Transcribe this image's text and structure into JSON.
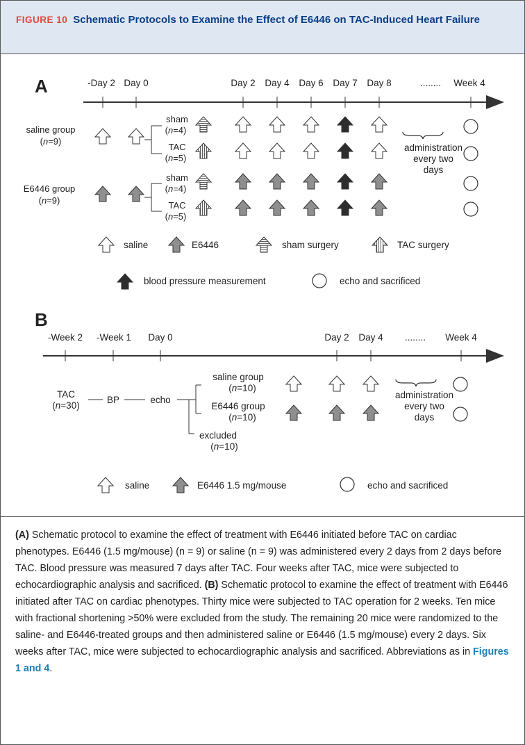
{
  "header": {
    "figure_label": "FIGURE 10",
    "title": "Schematic Protocols to Examine the Effect of E6446 on TAC-Induced Heart Failure"
  },
  "panel_a": {
    "label": "A",
    "timepoints": [
      "-Day 2",
      "Day 0",
      "Day 2",
      "Day 4",
      "Day 6",
      "Day 7",
      "Day 8",
      "........",
      "Week 4"
    ],
    "groups": [
      {
        "name": "saline group",
        "n_prefix": "(",
        "n_var": "n",
        "n_value": "=9)"
      },
      {
        "name": "E6446 group",
        "n_prefix": "(",
        "n_var": "n",
        "n_value": "=9)"
      }
    ],
    "subgroups": [
      {
        "name": "sham",
        "n_var": "n",
        "n_value": "=4)"
      },
      {
        "name": "TAC",
        "n_var": "n",
        "n_value": "=5)"
      },
      {
        "name": "sham",
        "n_var": "n",
        "n_value": "=4)"
      },
      {
        "name": "TAC",
        "n_var": "n",
        "n_value": "=5)"
      }
    ],
    "brace_note": [
      "administration",
      "every two",
      "days"
    ],
    "legend": {
      "saline": "saline",
      "e6446": "E6446",
      "sham": "sham surgery",
      "tac": "TAC surgery",
      "bp": "blood pressure measurement",
      "echo": "echo and sacrificed"
    }
  },
  "panel_b": {
    "label": "B",
    "timepoints": [
      "-Week 2",
      "-Week 1",
      "Day 0",
      "Day 2",
      "Day 4",
      "........",
      "Week 4"
    ],
    "flow": {
      "tac": "TAC",
      "tac_n": "=30)",
      "bp": "BP",
      "echo": "echo"
    },
    "groups": [
      {
        "name": "saline group",
        "n_value": "=10)"
      },
      {
        "name": "E6446 group",
        "n_value": "=10)"
      },
      {
        "name": "excluded",
        "n_value": "=10)"
      }
    ],
    "n_var": "n",
    "brace_note": [
      "administration",
      "every two",
      "days"
    ],
    "legend": {
      "saline": "saline",
      "e6446": "E6446 1.5 mg/mouse",
      "echo": "echo and sacrificed"
    }
  },
  "caption": {
    "a_label": "(A)",
    "a_text": " Schematic protocol to examine the effect of treatment with E6446 initiated before TAC on cardiac phenotypes. E6446 (1.5 mg/mouse) (n = 9) or saline (n = 9) was administered every 2 days from 2 days before TAC. Blood pressure was measured 7 days after TAC. Four weeks after TAC, mice were subjected to echocardiographic analysis and sacrificed. ",
    "b_label": "(B)",
    "b_text": " Schematic protocol to examine the effect of treatment with E6446 initiated after TAC on cardiac phenotypes. Thirty mice were subjected to TAC operation for 2 weeks. Ten mice with fractional shortening >50% were excluded from the study. The remaining 20 mice were randomized to the saline- and E6446-treated groups and then administered saline or E6446 (1.5 mg/mouse) every 2 days. Six weeks after TAC, mice were subjected to echocardiographic analysis and sacrificed. Abbreviations as in ",
    "ref": "Figures 1 and 4",
    "end": "."
  },
  "colors": {
    "header_bg": "#dfe7f2",
    "header_text": "#0b3e86",
    "figure_label": "#e0463a",
    "link": "#1a7fb5",
    "arrow_grey": "#8f8f8f",
    "arrow_dark": "#2d2d2d"
  }
}
